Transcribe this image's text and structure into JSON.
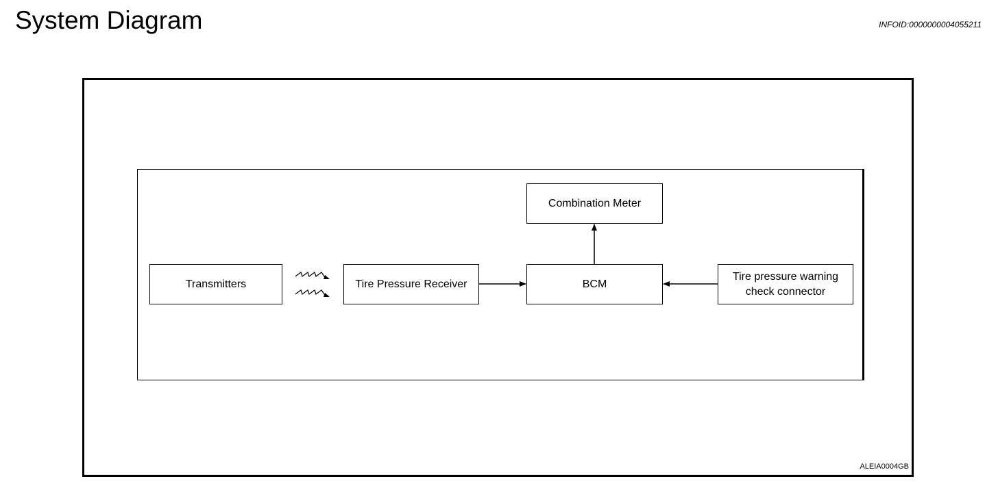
{
  "header": {
    "title": "System Diagram",
    "info_id": "INFOID:0000000004055211"
  },
  "diagram": {
    "figure_code": "ALEIA0004GB",
    "blocks": {
      "transmitters": "Transmitters",
      "receiver": "Tire Pressure Receiver",
      "bcm": "BCM",
      "combination_meter": "Combination Meter",
      "connector_line1": "Tire pressure warning",
      "connector_line2": "check connector"
    },
    "connections": [
      {
        "from": "Transmitters",
        "to": "Tire Pressure Receiver",
        "kind": "wireless"
      },
      {
        "from": "Tire Pressure Receiver",
        "to": "BCM",
        "kind": "arrow"
      },
      {
        "from": "BCM",
        "to": "Combination Meter",
        "kind": "arrow"
      },
      {
        "from": "Tire pressure warning check connector",
        "to": "BCM",
        "kind": "arrow"
      }
    ]
  }
}
